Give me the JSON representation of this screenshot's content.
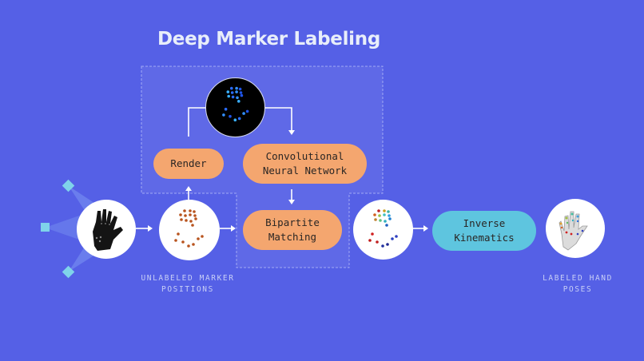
{
  "title": "Deep Marker Labeling",
  "nodes": {
    "render": "Render",
    "cnn": "Convolutional\nNeural Network",
    "bipartite": "Bipartite\nMatching",
    "ik": "Inverse\nKinematics"
  },
  "captions": {
    "unlabeled": "UNLABELED MARKER\nPOSITIONS",
    "labeled": "LABELED HAND\nPOSES"
  },
  "images": {
    "glove": "black-motion-capture-glove",
    "unlabeled_markers": "orange-unlabeled-marker-points",
    "rendered_markers": "blue-rendered-marker-image",
    "labeled_markers": "rainbow-colored-labeled-marker-points",
    "hand_pose": "labeled-3d-hand-model"
  },
  "icons": {
    "cameras": "camera-diamond-icon",
    "arrows": "arrow-right-icon"
  },
  "colors": {
    "background": "#5560e6",
    "orange_node": "#f4a66f",
    "cyan_node": "#5ec5df",
    "camera": "#7fd3ea",
    "marker_orange": "#b8541e",
    "rendered_bg": "#000000",
    "rendered_marker": "#2a6cff"
  }
}
